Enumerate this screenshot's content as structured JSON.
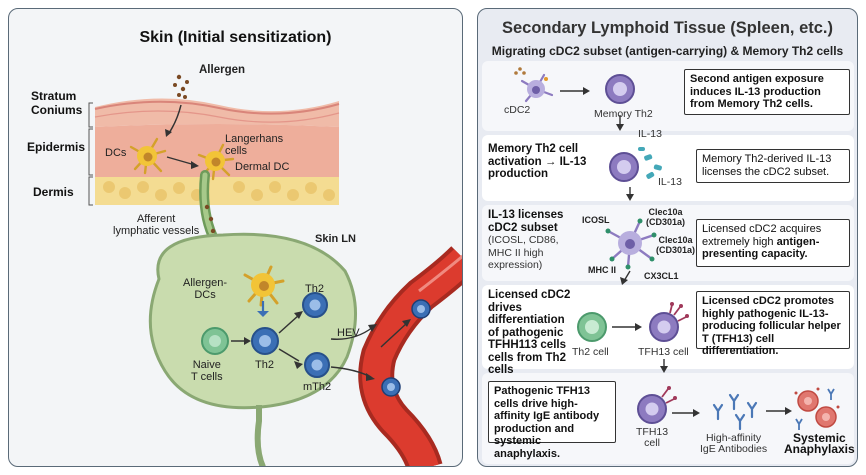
{
  "left": {
    "title": "Skin (Initial sensitization)",
    "layers": {
      "stratum": "Stratum\nConiums",
      "epidermis": "Epidermis",
      "dermis": "Dermis"
    },
    "labels": {
      "allergen": "Allergen",
      "dcs": "DCs",
      "langerhans": "Langerhans\ncells",
      "dermal_dc": "Dermal DC",
      "afferent": "Afferent\nlymphatic vessels",
      "skin_ln": "Skin LN",
      "allergen_dcs": "Allergen-\nDCs",
      "th2_top": "Th2",
      "naive": "Naive\nT cells",
      "th2_mid": "Th2",
      "mth2": "mTh2",
      "hev": "HEV"
    }
  },
  "right": {
    "title": "Secondary Lymphoid Tissue (Spleen, etc.)",
    "subtitle": "Migrating cDC2 subset (antigen-carrying) & Memory Th2 cells",
    "row1": {
      "cdc2": "cDC2",
      "memory_th2": "Memory Th2",
      "note": "Second antigen exposure induces IL-13 production from Memory Th2 cells."
    },
    "row2": {
      "title": "Memory Th2 cell activation → IL-13 production",
      "il13_top": "IL-13",
      "il13_bottom": "IL-13",
      "note": "Memory Th2-derived IL-13 licenses the cDC2 subset."
    },
    "row3": {
      "title": "IL-13 licenses cDC2 subset",
      "subtitle": "(ICOSL, CD86, MHC II high expression)",
      "icosl": "ICOSL",
      "clec_top": "Clec10a\n(CD301a)",
      "clec_mid": "Clec10a\n(CD301a)",
      "mhc": "MHC II",
      "cx3cl1": "CX3CL1",
      "note_plain": "Licensed cDC2 acquires extremely high ",
      "note_bold": "antigen-presenting capacity."
    },
    "row4": {
      "title": "Licensed cDC2 drives differentiation of pathogenic TFHH113 cells cells from Th2 cells",
      "th2_cell": "Th2 cell",
      "tfh13_cell": "TFH13 cell",
      "note": "Licensed cDC2 promotes highly pathogenic IL-13-producing follicular helper T (TFH13) cell differentiation."
    },
    "row5": {
      "note": "Pathogenic TFH13 cells drive high-affinity IgE antibody production and systemic anaphylaxis.",
      "tfh13": "TFH13\ncell",
      "antibodies": "High-affinity\nIgE Antibodies",
      "anaphylaxis": "Systemic\nAnaphylaxis"
    }
  },
  "colors": {
    "border": "#5a6a78",
    "skin_top": "#e8a08e",
    "dermis": "#f2d98a",
    "lymph_node": "#c9dcae",
    "vessel": "#d8352a",
    "dc_yellow": "#f2c437",
    "th_blue": "#3b6fb5",
    "th_purple": "#8d7bc0",
    "naive_green": "#7fc395",
    "il13_teal": "#44a8b8"
  }
}
